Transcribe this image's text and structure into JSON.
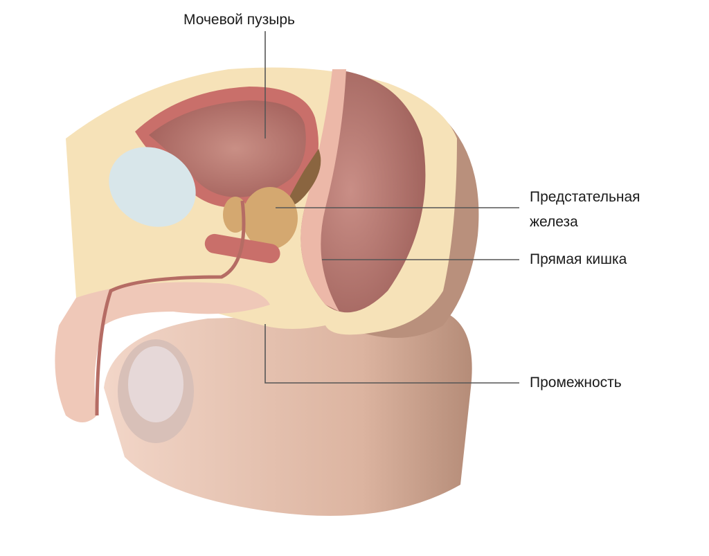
{
  "labels": {
    "bladder": "Мочевой пузырь",
    "prostate_line1": "Предстательная",
    "prostate_line2": "железа",
    "rectum": "Прямая кишка",
    "perineum": "Промежность"
  },
  "colors": {
    "skin": "#f0cfc0",
    "skin_shadow": "#c9a08c",
    "fat": "#f6e2b8",
    "bladder_wall": "#c96f6a",
    "bladder_inner": "#b87a72",
    "prostate": "#d4a870",
    "bone": "#d8e6ea",
    "leader_line": "#555555"
  }
}
